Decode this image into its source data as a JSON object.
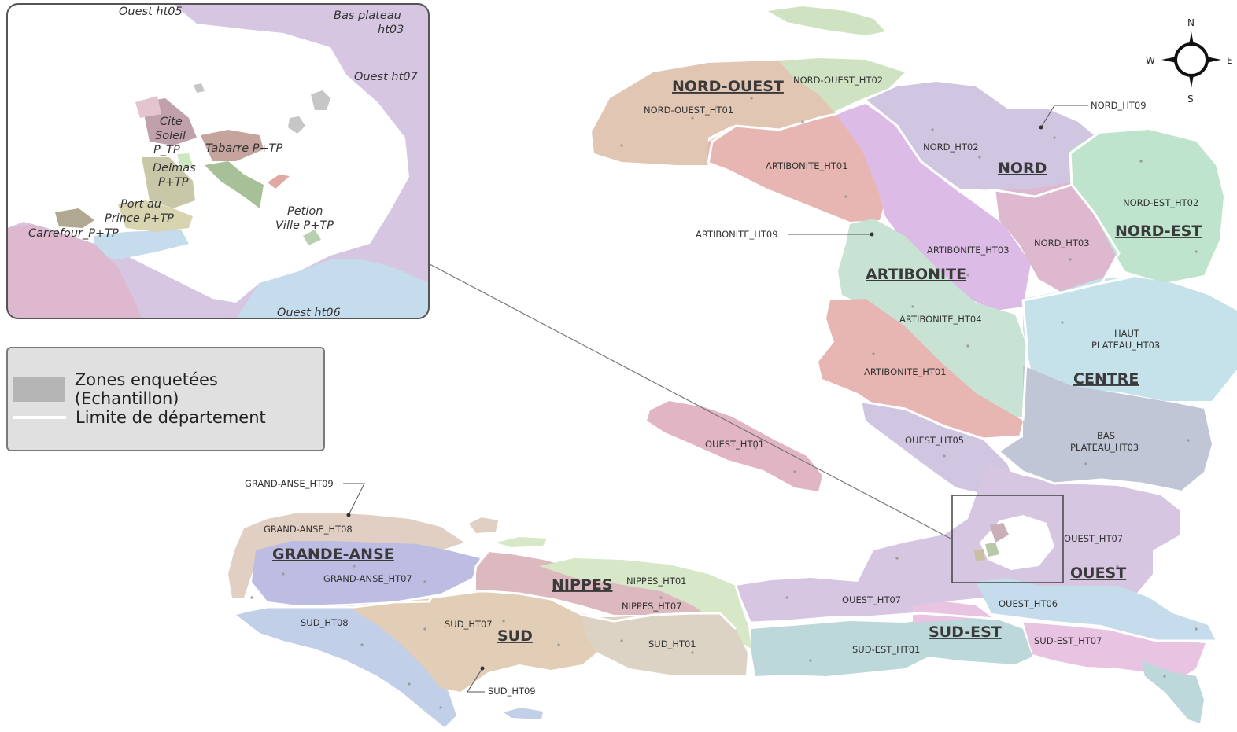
{
  "legend": {
    "surveyed": "Zones enquetées (Echantillon)",
    "boundary": "Limite de département"
  },
  "compass": {
    "n": "N",
    "s": "S",
    "e": "E",
    "w": "W"
  },
  "departments": {
    "nord_ouest": "NORD-OUEST",
    "nord": "NORD",
    "nord_est": "NORD-EST",
    "artibonite": "ARTIBONITE",
    "centre": "CENTRE",
    "ouest": "OUEST",
    "sud_est": "SUD-EST",
    "sud": "SUD",
    "nippes": "NIPPES",
    "grande_anse": "GRANDE-ANSE"
  },
  "zones": {
    "nord_ouest_ht01": "NORD-OUEST_HT01",
    "nord_ouest_ht02": "NORD-OUEST_HT02",
    "nord_ht02": "NORD_HT02",
    "nord_ht09": "NORD_HT09",
    "nord_ht03": "NORD_HT03",
    "nord_est_ht02": "NORD-EST_HT02",
    "artibonite_ht01_n": "ARTIBONITE_HT01",
    "artibonite_ht09": "ARTIBONITE_HT09",
    "artibonite_ht03": "ARTIBONITE_HT03",
    "artibonite_ht04": "ARTIBONITE_HT04",
    "artibonite_ht01_s": "ARTIBONITE_HT01",
    "haut_plateau_1": "HAUT",
    "haut_plateau_2": "PLATEAU_HT03",
    "bas_plateau_1": "BAS",
    "bas_plateau_2": "PLATEAU_HT03",
    "ouest_ht05": "OUEST_HT05",
    "ouest_ht01": "OUEST_HT01",
    "ouest_ht07": "OUEST_HT07",
    "ouest_ht07_b": "OUEST_HT07",
    "ouest_ht06": "OUEST_HT06",
    "sud_est_ht01": "SUD-EST_HT01",
    "sud_est_ht07": "SUD-EST_HT07",
    "grand_anse_ht09": "GRAND-ANSE_HT09",
    "grand_anse_ht08": "GRAND-ANSE_HT08",
    "grand_anse_ht07": "GRAND-ANSE_HT07",
    "nippes_ht01": "NIPPES_HT01",
    "nippes_ht07": "NIPPES_HT07",
    "sud_ht08": "SUD_HT08",
    "sud_ht07": "SUD_HT07",
    "sud_ht01": "SUD_HT01",
    "sud_ht09": "SUD_HT09"
  },
  "inset": {
    "ouest_ht05": "Ouest ht05",
    "bas_plateau_1": "Bas plateau",
    "bas_plateau_2": "ht03",
    "ouest_ht07": "Ouest ht07",
    "cite_1": "Cite",
    "cite_2": "Soleil",
    "cite_3": "P_TP",
    "tabarre": "Tabarre P+TP",
    "delmas_1": "Delmas",
    "delmas_2": "P+TP",
    "port_1": "Port au",
    "port_2": "Prince P+TP",
    "carrefour": "Carrefour_P+TP",
    "petion_1": "Petion",
    "petion_2": "Ville P+TP",
    "ouest_ht06": "Ouest ht06"
  },
  "colors": {
    "nord_ouest": "#e2c6b4",
    "nord_ouest_ht02": "#cfe3c3",
    "nord": "#d0c6e2",
    "nord_est": "#bfe4cd",
    "artibonite_red": "#e7b6b3",
    "artibonite_violet": "#dcbce7",
    "artibonite_green": "#c8e2d4",
    "nord_ht03": "#ddb8cf",
    "centre_light": "#c5e2ea",
    "centre_dark": "#c0c6d6",
    "ouest": "#d6c6e2",
    "ouest_ht06": "#c4dceb",
    "ouest_ht01": "#e1b5c3",
    "sud_est_teal": "#bcd8da",
    "sud_est_pink": "#e8c4e2",
    "grande_anse_beige": "#e2cfc3",
    "grande_anse_blue": "#bdbde4",
    "nippes_green": "#d6e8c7",
    "nippes_pink": "#dcb8bf",
    "sud_tan": "#e2cdb6",
    "sud_blue": "#c2cfe8",
    "sud_ht01": "#ddd3c4",
    "survey": "#b5b5b5"
  }
}
